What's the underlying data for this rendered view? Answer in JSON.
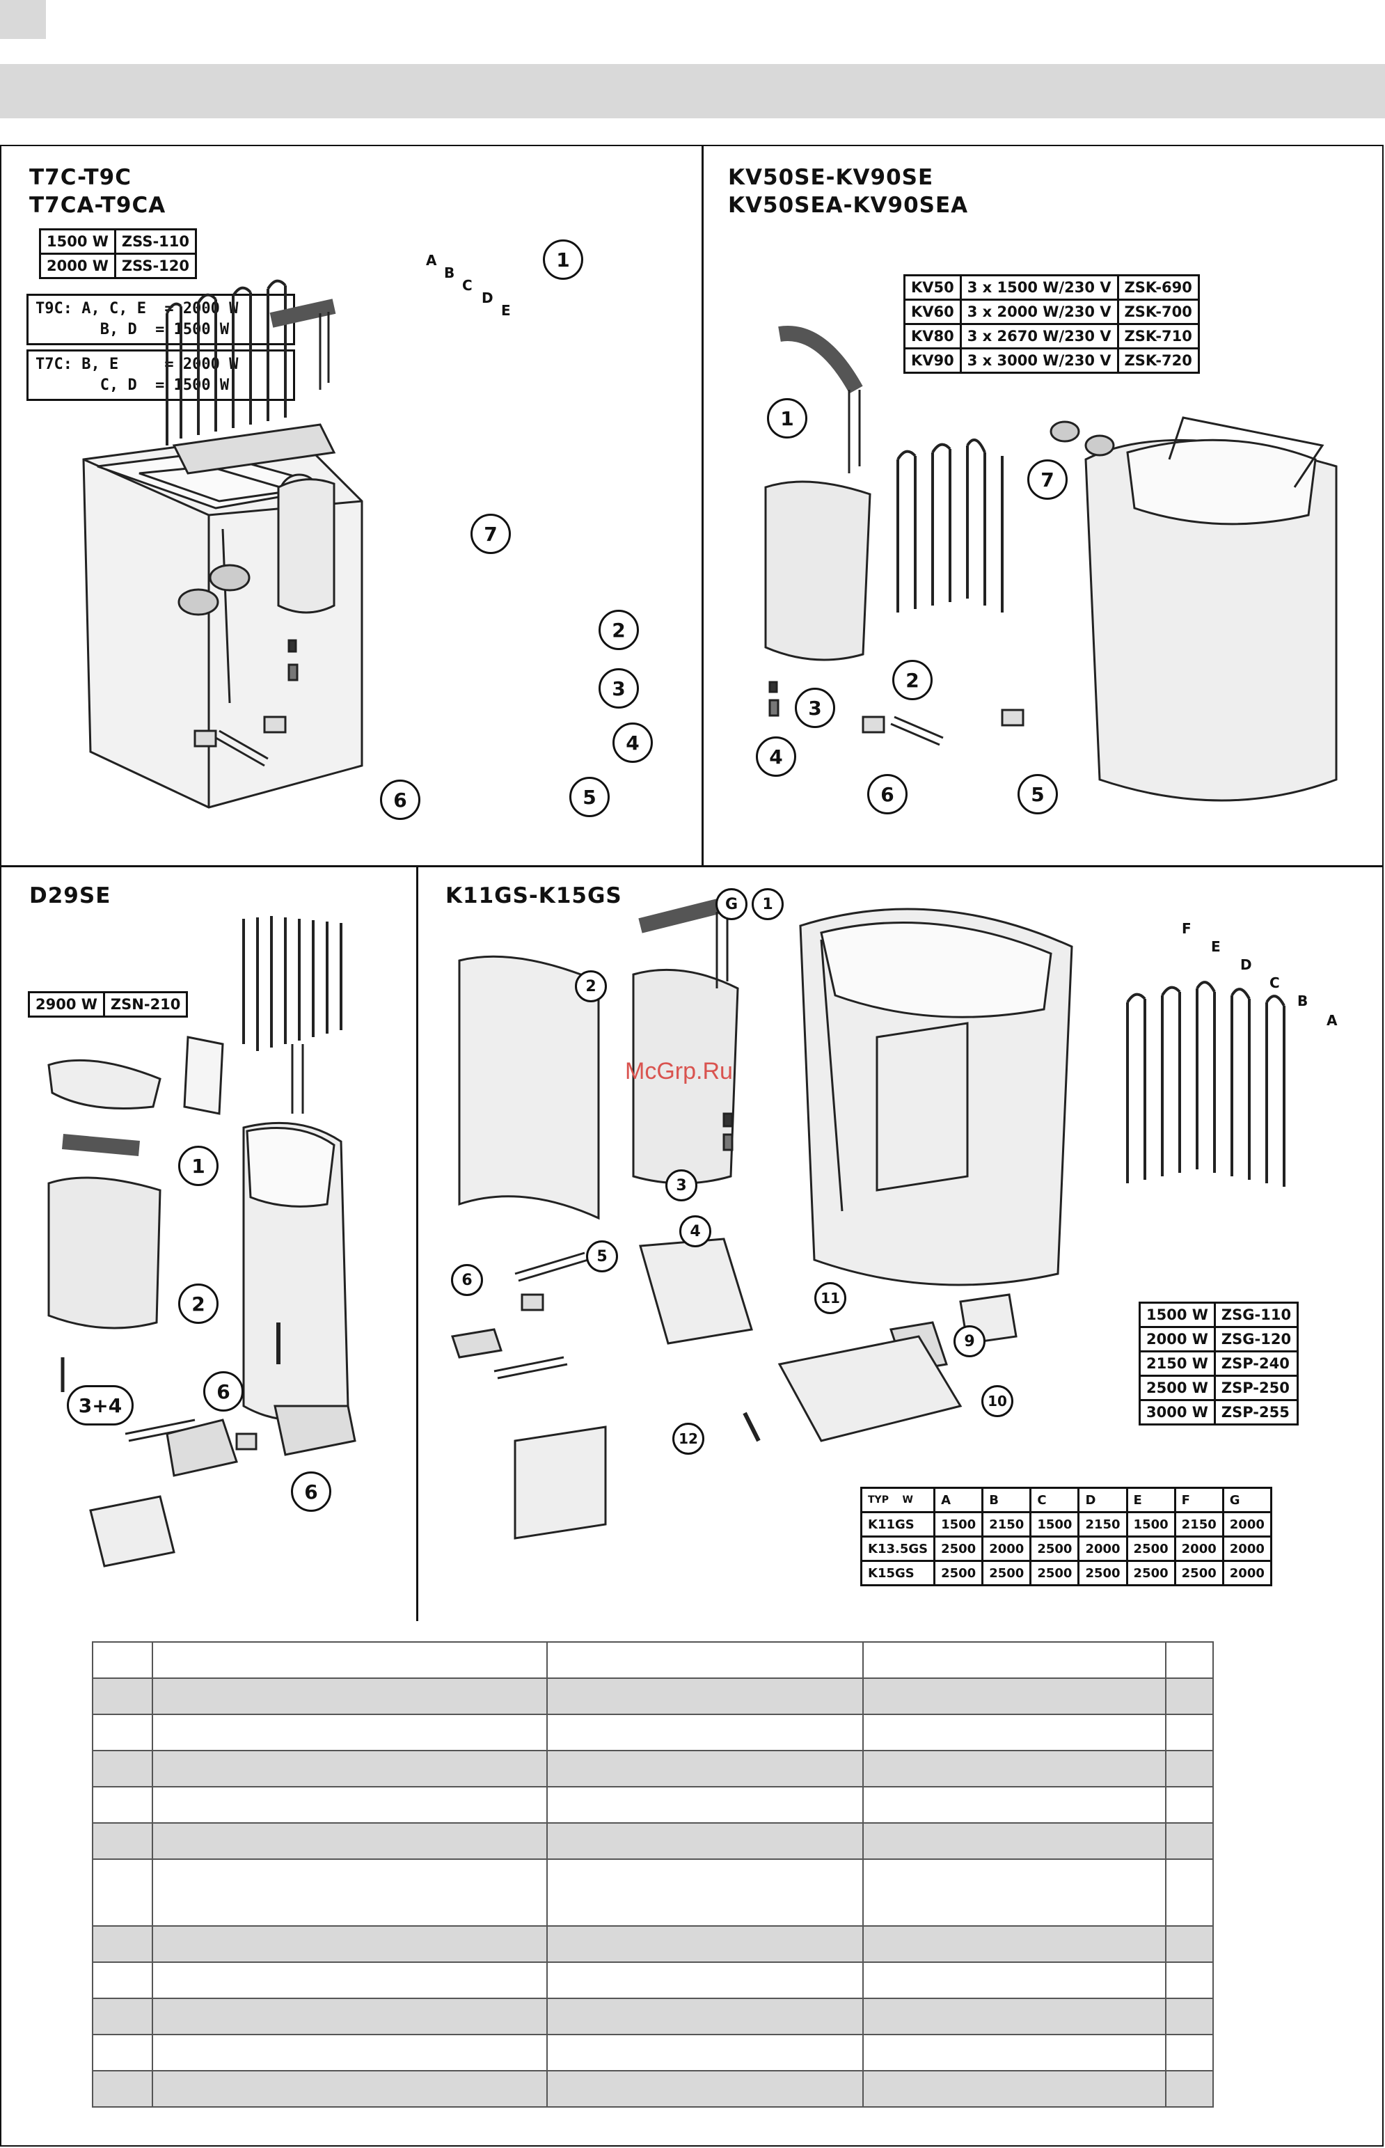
{
  "panel_t7c": {
    "title1": "T7C-T9C",
    "title2": "T7CA-T9CA",
    "spec": [
      {
        "power": "1500 W",
        "code": "ZSS-110"
      },
      {
        "power": "2000 W",
        "code": "ZSS-120"
      }
    ],
    "rating_t9c": "T9C: A, C, E  = 2000 W\n       B, D  = 1500 W",
    "rating_t7c": "T7C: B, E     = 2000 W\n       C, D  = 1500 W",
    "letters": [
      "A",
      "B",
      "C",
      "D",
      "E"
    ],
    "callouts": [
      "1",
      "2",
      "3",
      "4",
      "5",
      "6",
      "7"
    ]
  },
  "panel_kv": {
    "title1": "KV50SE-KV90SE",
    "title2": "KV50SEA-KV90SEA",
    "spec": [
      {
        "model": "KV50",
        "config": "3 x 1500 W/230 V",
        "code": "ZSK-690"
      },
      {
        "model": "KV60",
        "config": "3 x 2000 W/230 V",
        "code": "ZSK-700"
      },
      {
        "model": "KV80",
        "config": "3 x 2670 W/230 V",
        "code": "ZSK-710"
      },
      {
        "model": "KV90",
        "config": "3 x 3000 W/230 V",
        "code": "ZSK-720"
      }
    ],
    "callouts": [
      "1",
      "2",
      "3",
      "4",
      "5",
      "6",
      "7"
    ]
  },
  "panel_d29": {
    "title": "D29SE",
    "spec": [
      {
        "power": "2900 W",
        "code": "ZSN-210"
      }
    ],
    "callouts": [
      "1",
      "2",
      "3+4",
      "6",
      "6"
    ]
  },
  "panel_k11": {
    "title": "K11GS-K15GS",
    "spec": [
      {
        "power": "1500 W",
        "code": "ZSG-110"
      },
      {
        "power": "2000 W",
        "code": "ZSG-120"
      },
      {
        "power": "2150 W",
        "code": "ZSP-240"
      },
      {
        "power": "2500 W",
        "code": "ZSP-250"
      },
      {
        "power": "3000 W",
        "code": "ZSP-255"
      }
    ],
    "matrix": {
      "corner_top": "W",
      "corner_bottom": "TYP",
      "headers": [
        "A",
        "B",
        "C",
        "D",
        "E",
        "F",
        "G"
      ],
      "rows": [
        {
          "model": "K11GS",
          "values": [
            "1500",
            "2150",
            "1500",
            "2150",
            "1500",
            "2150",
            "2000"
          ]
        },
        {
          "model": "K13.5GS",
          "values": [
            "2500",
            "2000",
            "2500",
            "2000",
            "2500",
            "2000",
            "2000"
          ]
        },
        {
          "model": "K15GS",
          "values": [
            "2500",
            "2500",
            "2500",
            "2500",
            "2500",
            "2500",
            "2000"
          ]
        }
      ]
    },
    "letters": [
      "F",
      "E",
      "D",
      "C",
      "B",
      "A"
    ],
    "callouts": [
      "G",
      "1",
      "2",
      "3",
      "4",
      "5",
      "6",
      "9",
      "10",
      "11",
      "12"
    ]
  },
  "watermark": "McGrp.Ru"
}
